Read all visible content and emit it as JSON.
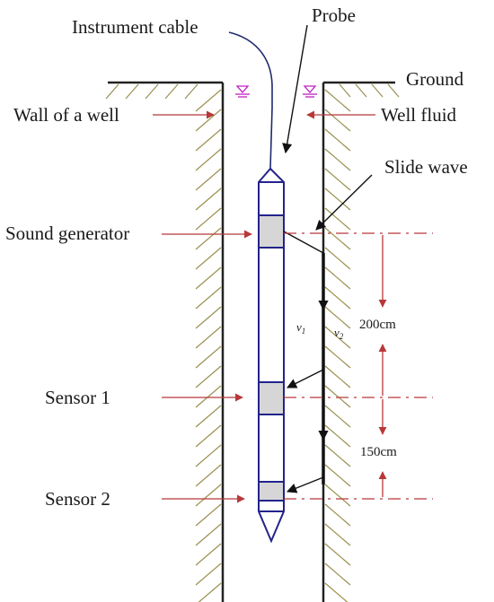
{
  "labels": {
    "instrument_cable": "Instrument cable",
    "probe": "Probe",
    "ground": "Ground",
    "wall_of_well": "Wall of a well",
    "well_fluid": "Well fluid",
    "slide_wave": "Slide wave",
    "sound_generator": "Sound generator",
    "sensor_1": "Sensor 1",
    "sensor_2": "Sensor 2",
    "v1": "v",
    "v1_sub": "1",
    "v2": "v",
    "v2_sub": "2",
    "dist_1": "200cm",
    "dist_2": "150cm"
  },
  "colors": {
    "probe_outline": "#23238c",
    "pointer_lines": "#b8383a",
    "hatch": "#9a9050",
    "water_level_symbol": "#c020c0"
  }
}
